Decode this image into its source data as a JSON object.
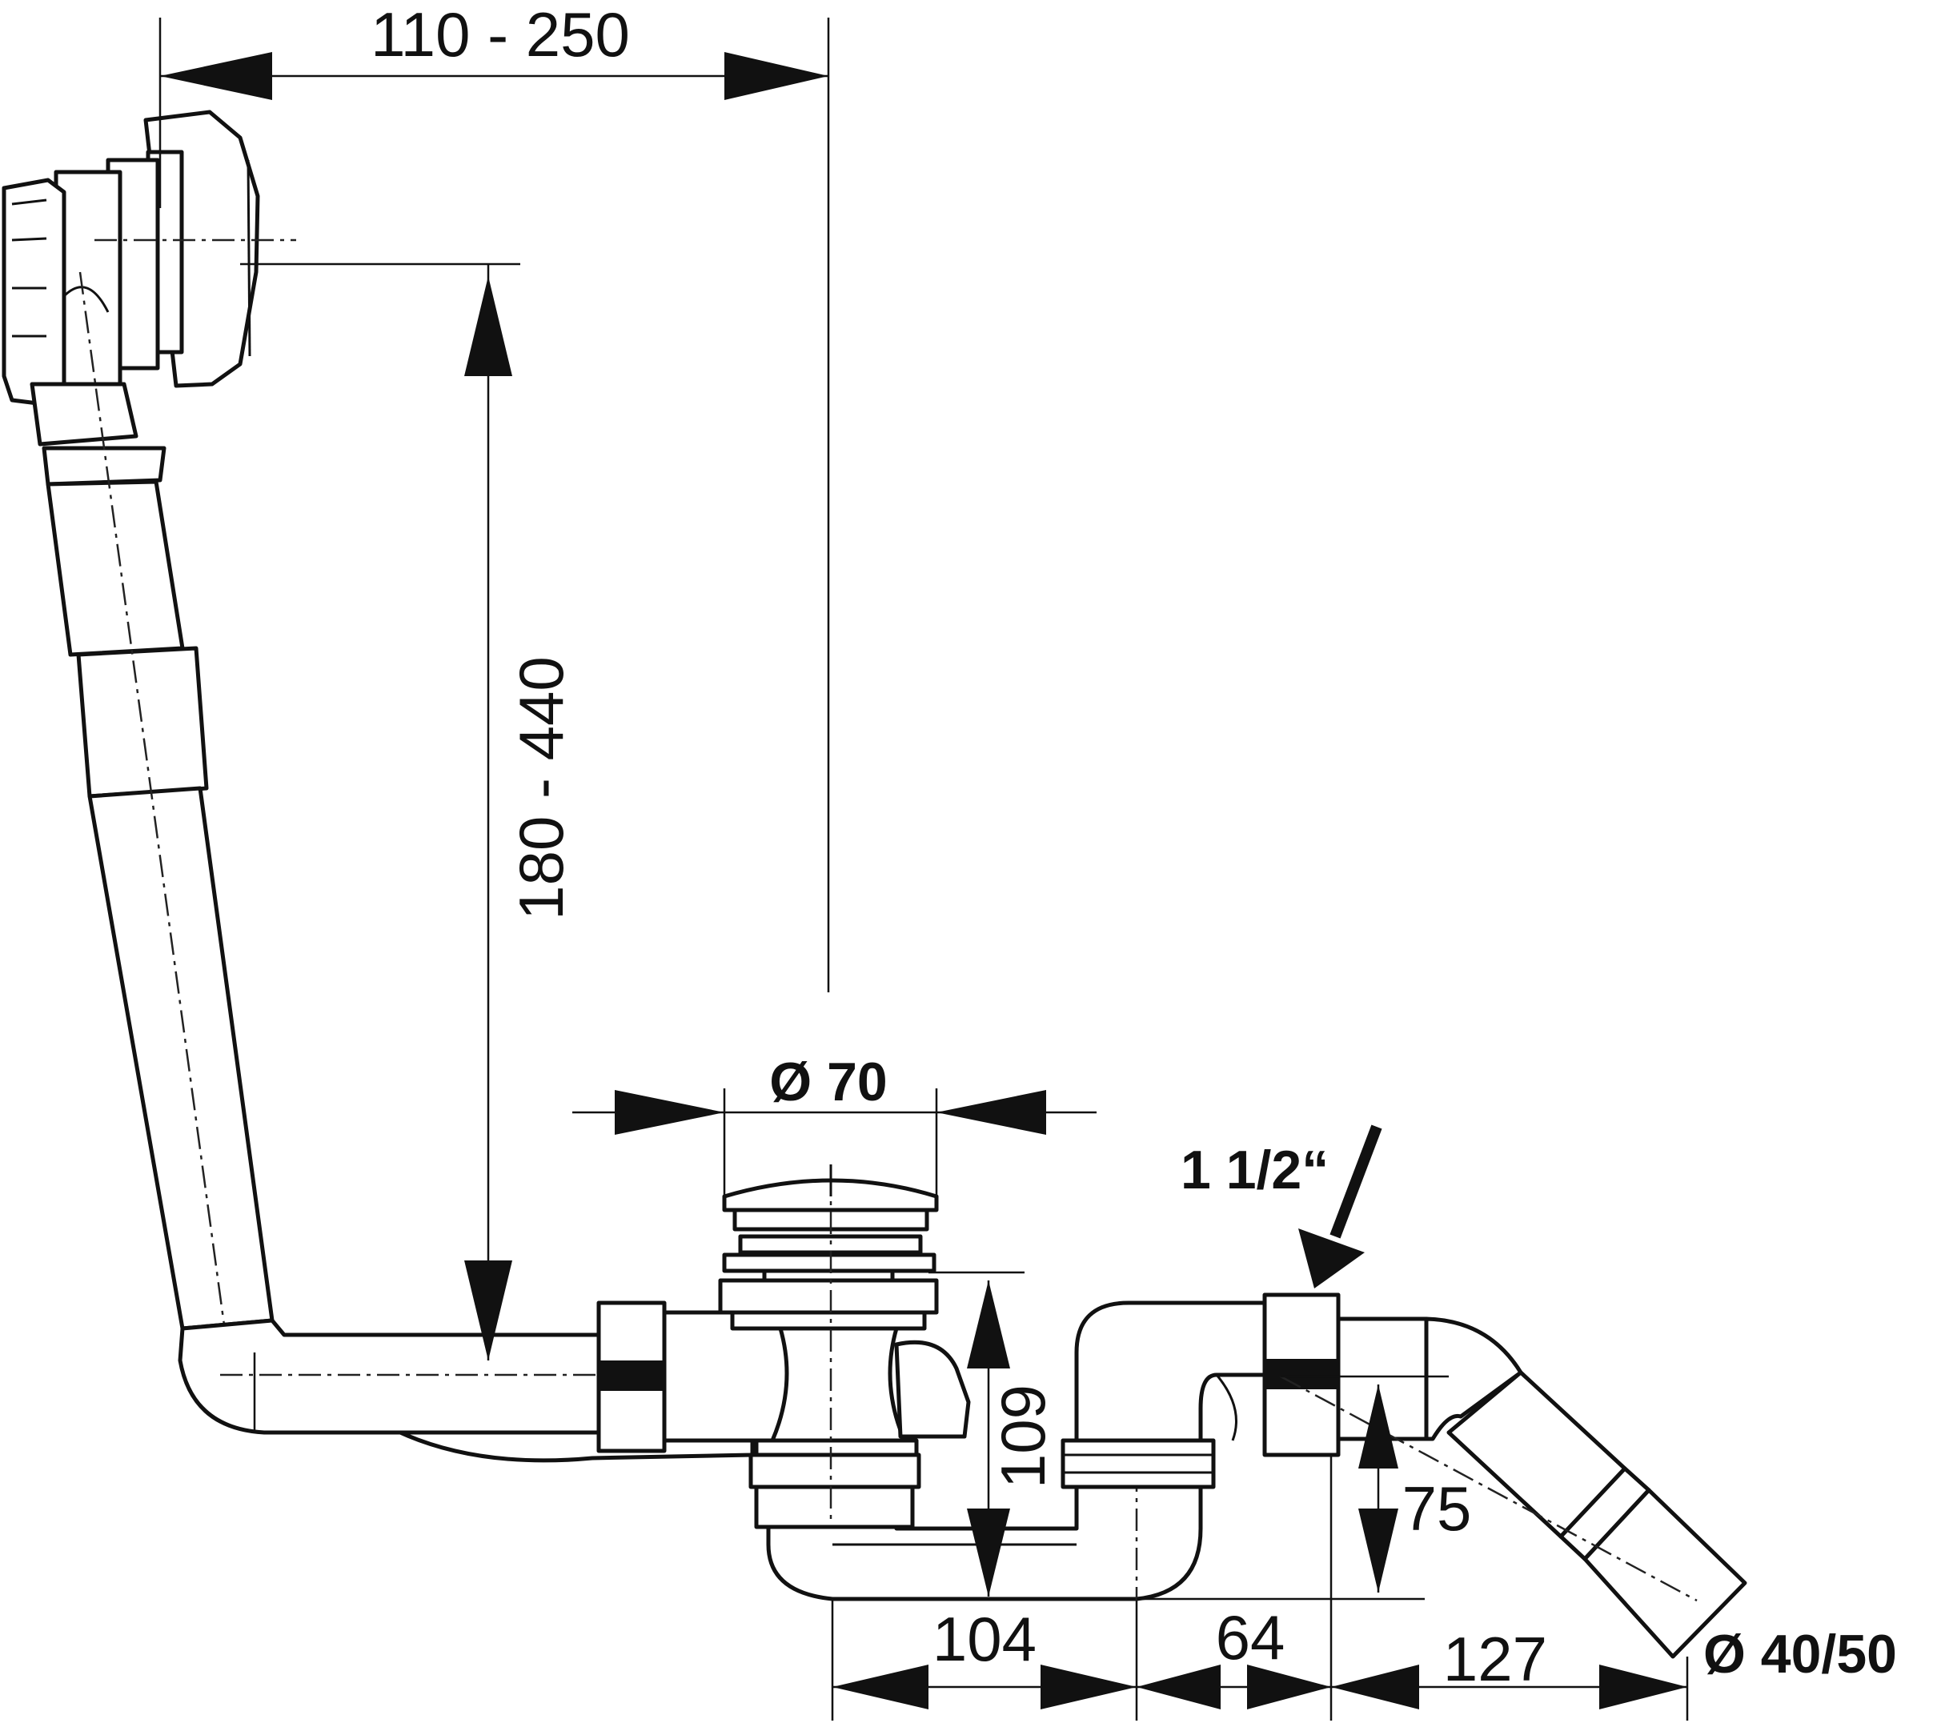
{
  "dimensions": {
    "overflow_offset": "110 - 250",
    "overflow_height": "180 - 440",
    "drain_diameter": "Ø 70",
    "thread_size": "1 1/2“",
    "trap_height": "109",
    "outlet_height": "75",
    "span_a": "104",
    "span_b": "64",
    "span_c": "127",
    "outlet_diameter": "Ø 40/50"
  }
}
